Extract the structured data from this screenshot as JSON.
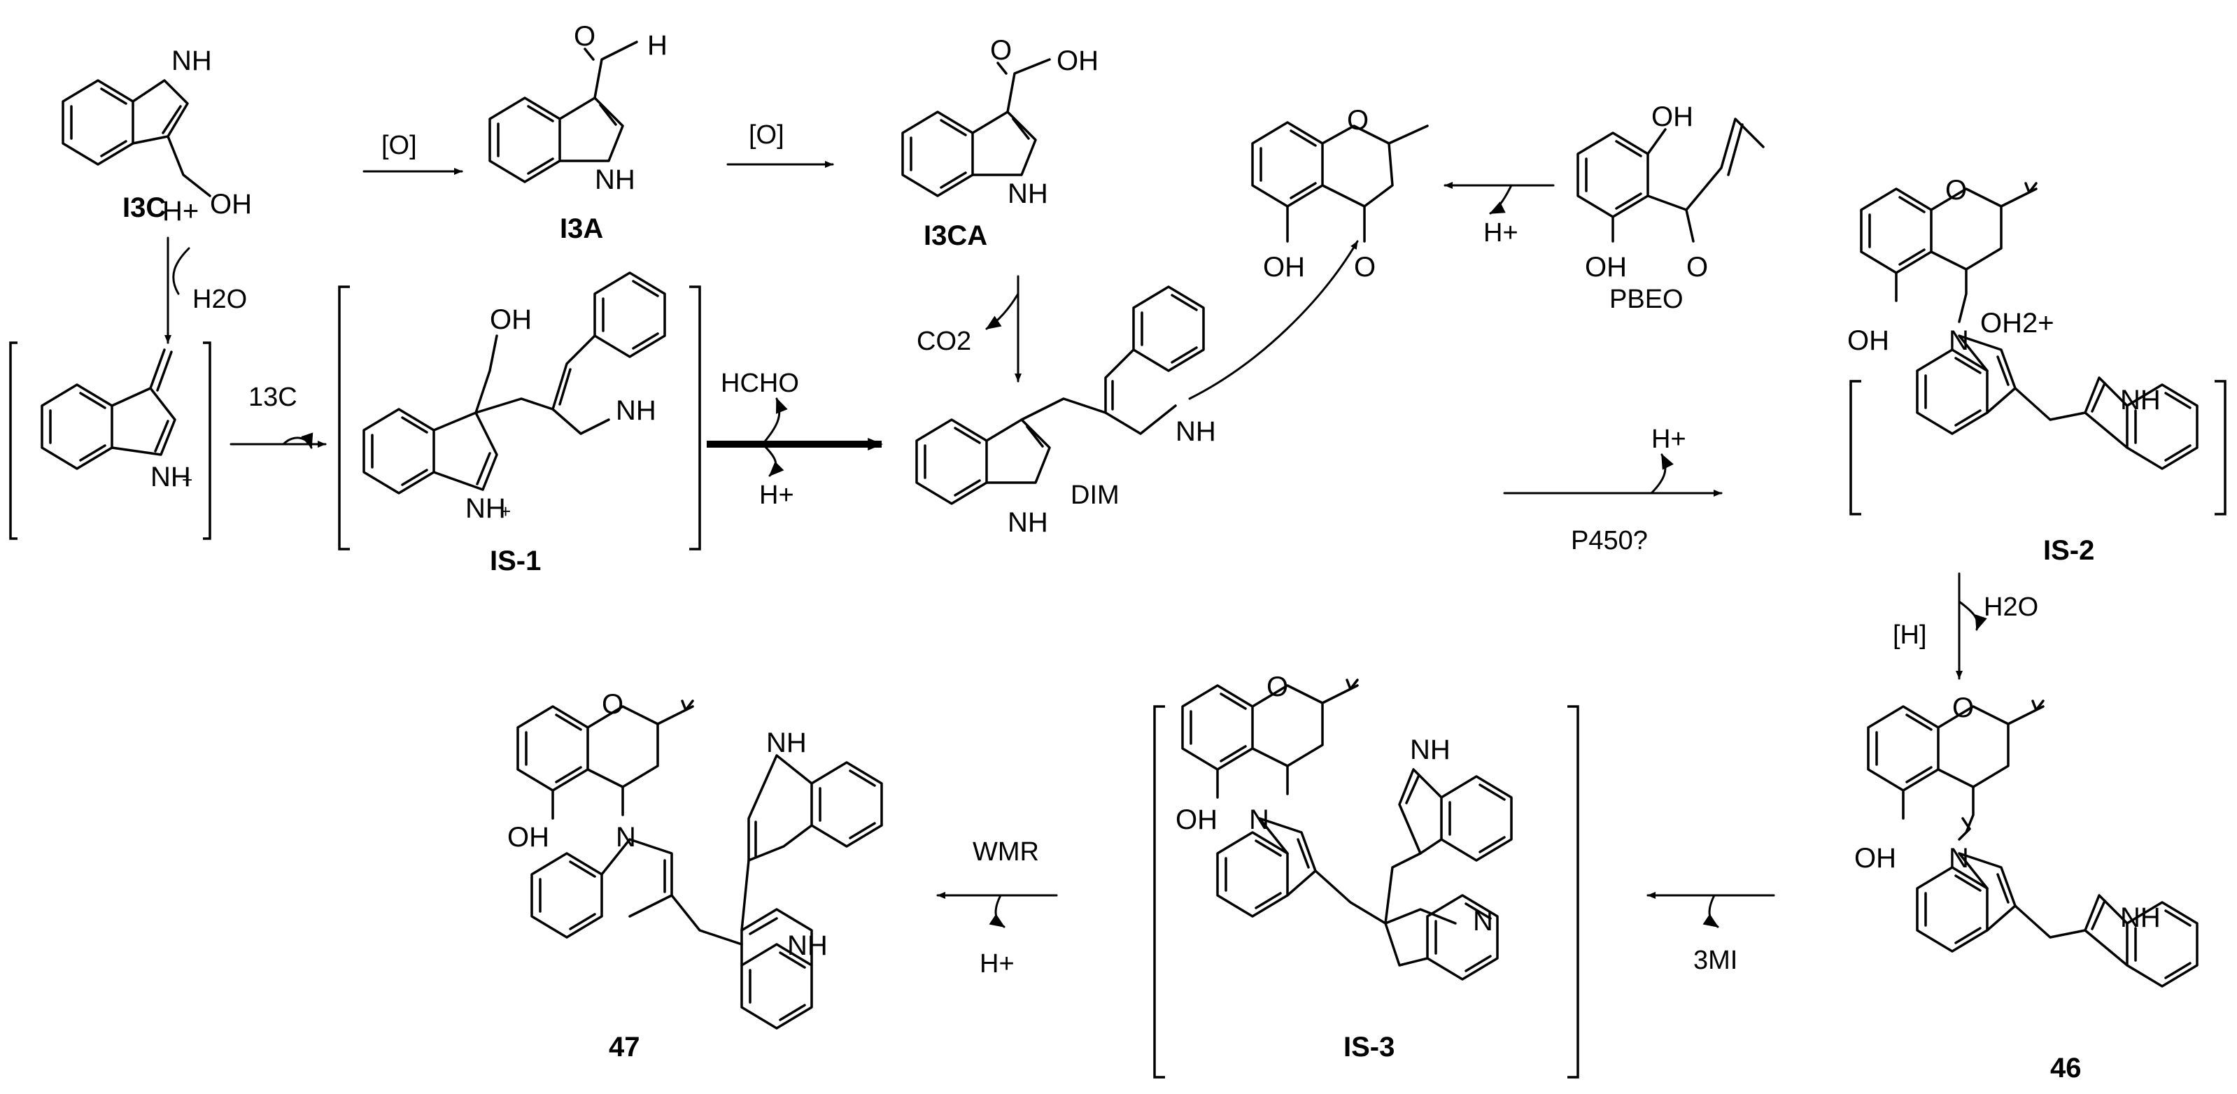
{
  "compounds": {
    "i3c": "I3C",
    "i3a": "I3A",
    "i3ca": "I3CA",
    "dim": "DIM",
    "pbeo": "PBEO",
    "is1": "IS-1",
    "is2": "IS-2",
    "is3": "IS-3",
    "c46": "46",
    "c47": "47"
  },
  "reagents": {
    "oxidation_1": "[O]",
    "oxidation_2": "[O]",
    "water_loss": "H2O",
    "i3c_addition": "13C",
    "formaldehyde": "HCHO",
    "proton": "H+",
    "co2": "CO2",
    "p450": "P450?",
    "reduction": "[H]",
    "addition_3mi": "3MI",
    "wmr": "WMR"
  },
  "atoms": {
    "nh": "NH",
    "h": "H",
    "n": "N",
    "o": "O",
    "oh": "OH",
    "hplus": "H+",
    "oh2plus": "OH2+"
  }
}
